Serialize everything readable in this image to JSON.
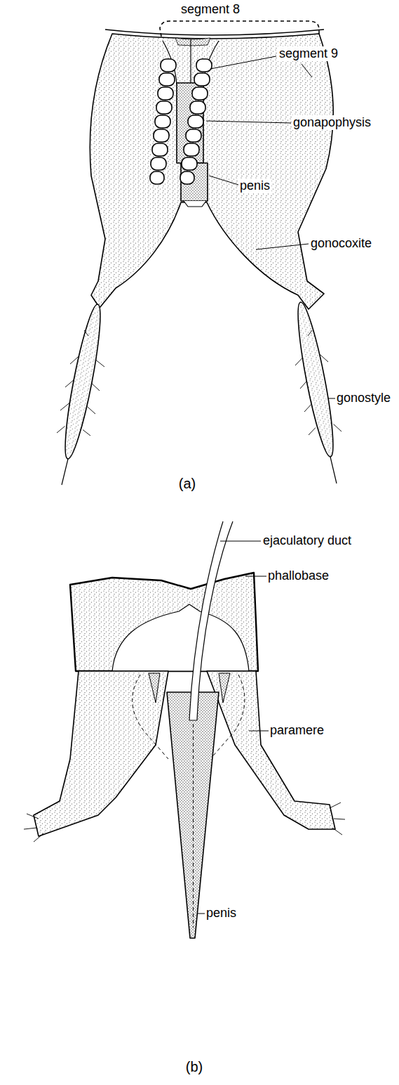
{
  "diagram": {
    "labels": [
      "segment 8",
      "segment 9",
      "gonapophysis",
      "penis",
      "gonocoxite",
      "gonostyle",
      "(a)",
      "ejaculatory duct",
      "phallobase",
      "paramere",
      "penis",
      "(b)"
    ]
  }
}
